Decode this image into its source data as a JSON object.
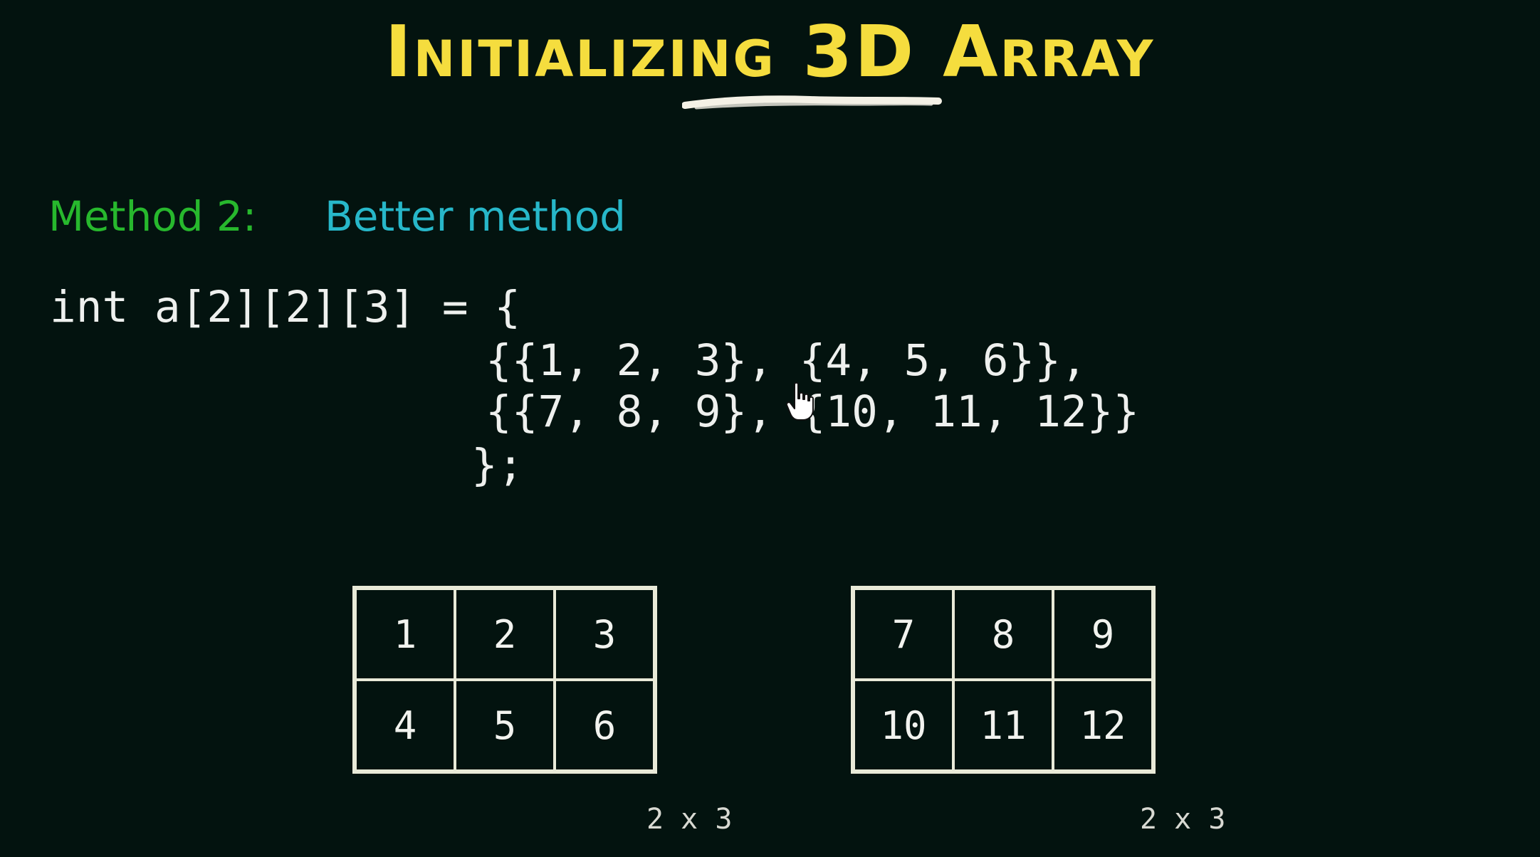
{
  "title": "Initializing 3D Array",
  "method": {
    "label": "Method 2:",
    "description": "Better method"
  },
  "code": {
    "lines": [
      "int a[2][2][3] = {",
      "{{1, 2, 3}, {4, 5, 6}},",
      "{{7, 8, 9}, {10, 11, 12}}",
      "};"
    ]
  },
  "tables": [
    {
      "cells": [
        "1",
        "2",
        "3",
        "4",
        "5",
        "6"
      ],
      "dims": "2 x 3"
    },
    {
      "cells": [
        "7",
        "8",
        "9",
        "10",
        "11",
        "12"
      ],
      "dims": "2 x 3"
    }
  ],
  "colors": {
    "background": "#03130f",
    "title": "#f5dd3e",
    "method_label": "#27b82d",
    "method_desc": "#27b7c9",
    "code_text": "#eef0ee"
  },
  "icons": {
    "cursor": "hand-pointer-icon"
  }
}
